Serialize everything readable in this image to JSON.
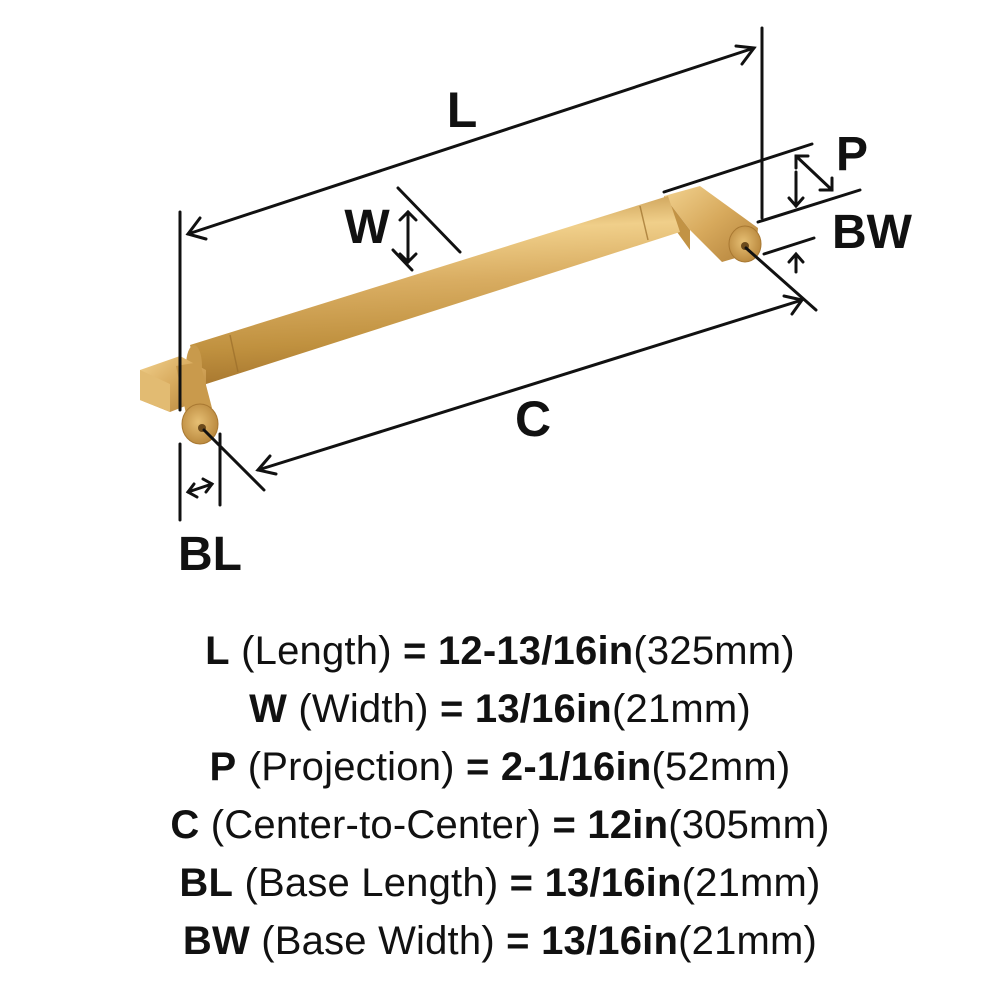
{
  "diagram": {
    "title": "Cabinet pull dimension diagram",
    "finish_colors": {
      "brass_light": "#e8c47c",
      "brass_mid": "#cfa055",
      "brass_dark": "#a9782f",
      "line": "#111111"
    },
    "labels": {
      "L": "L",
      "W": "W",
      "P": "P",
      "BW": "BW",
      "C": "C",
      "BL": "BL"
    }
  },
  "specs": [
    {
      "abbr": "L",
      "desc": "(Length)",
      "eq": "=",
      "imperial": "12-13/16in",
      "metric": "(325mm)"
    },
    {
      "abbr": "W",
      "desc": "(Width)",
      "eq": "=",
      "imperial": "13/16in",
      "metric": "(21mm)"
    },
    {
      "abbr": "P",
      "desc": "(Projection)",
      "eq": "=",
      "imperial": "2-1/16in",
      "metric": "(52mm)"
    },
    {
      "abbr": "C",
      "desc": "(Center-to-Center)",
      "eq": "=",
      "imperial": "12in",
      "metric": "(305mm)"
    },
    {
      "abbr": "BL",
      "desc": "(Base Length)",
      "eq": "=",
      "imperial": "13/16in",
      "metric": "(21mm)"
    },
    {
      "abbr": "BW",
      "desc": "(Base Width)",
      "eq": "=",
      "imperial": "13/16in",
      "metric": "(21mm)"
    }
  ]
}
